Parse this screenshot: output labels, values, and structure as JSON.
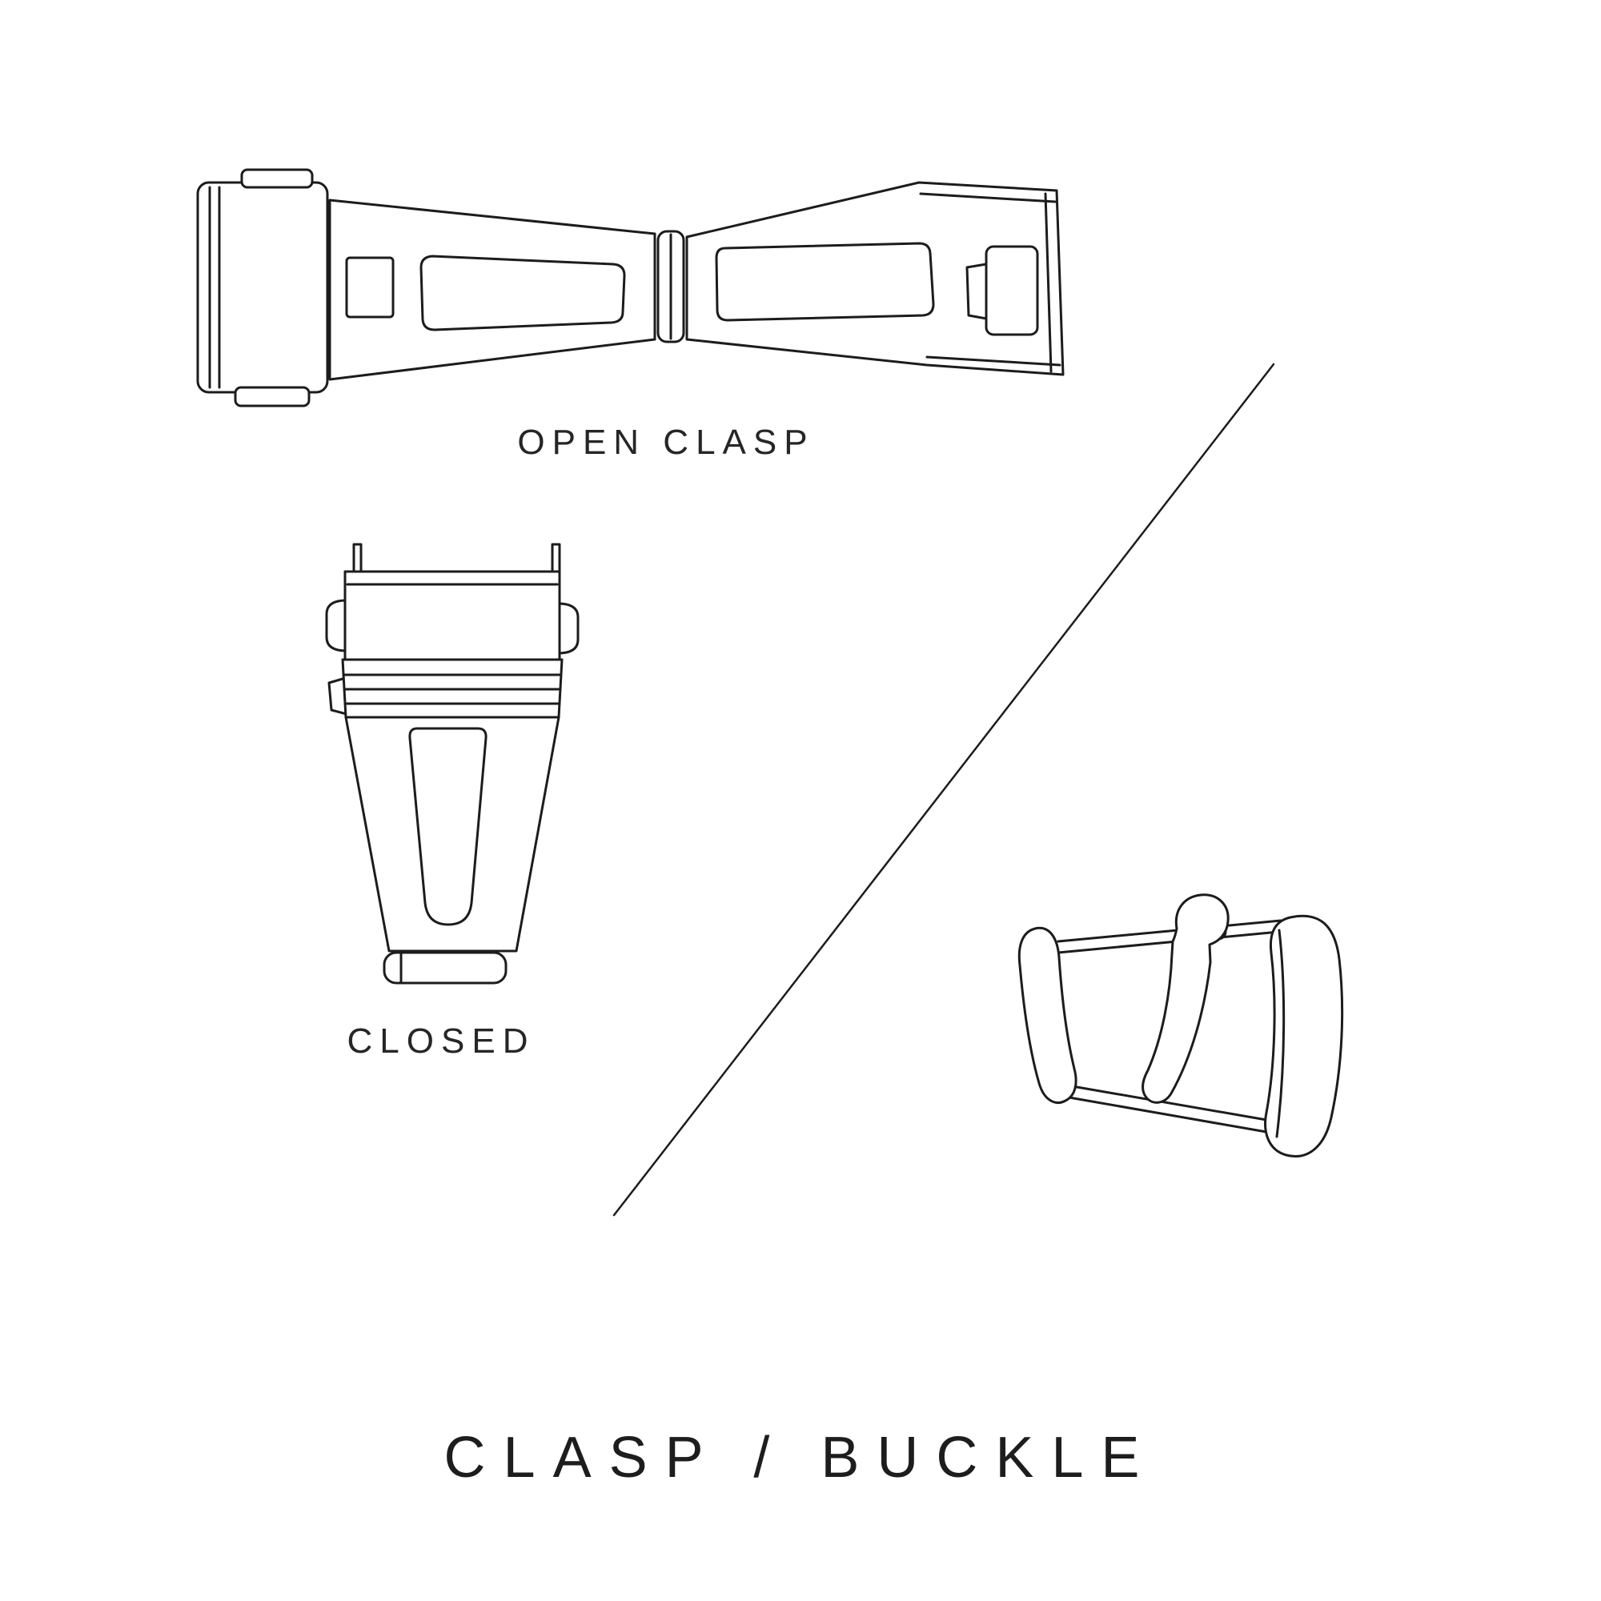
{
  "page": {
    "background": "#ffffff",
    "ink": "#1c1c1c",
    "title": "CLASP / BUCKLE"
  },
  "labels": {
    "open_clasp": "OPEN CLASP",
    "closed": "CLOSED"
  },
  "illustrations": {
    "open_clasp": {
      "name": "open-clasp-line-drawing",
      "description_label": "OPEN CLASP"
    },
    "closed_clasp": {
      "name": "closed-clasp-line-drawing",
      "description_label": "CLOSED"
    },
    "pin_buckle": {
      "name": "pin-buckle-line-drawing"
    },
    "divider": {
      "name": "diagonal-divider-line"
    }
  }
}
